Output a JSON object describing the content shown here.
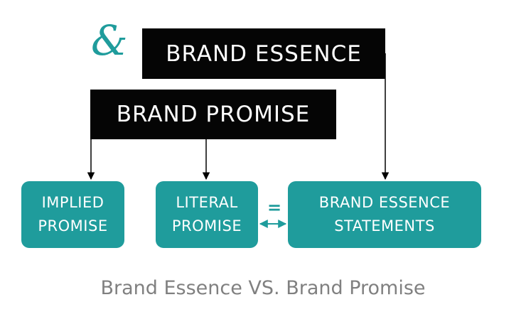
{
  "diagram": {
    "ampersand_symbol": "&",
    "brand_essence_label": "BRAND ESSENCE",
    "brand_promise_label": "BRAND PROMISE",
    "implied_promise": {
      "line1": "IMPLIED",
      "line2": "PROMISE"
    },
    "literal_promise": {
      "line1": "LITERAL",
      "line2": "PROMISE"
    },
    "brand_essence_statements": {
      "line1": "BRAND ESSENCE",
      "line2": "STATEMENTS"
    },
    "equals_symbol": "=",
    "caption": "Brand Essence VS. Brand Promise"
  },
  "colors": {
    "teal": "#1f9c9c",
    "black": "#050505",
    "caption_gray": "#808080",
    "connector": "#000000"
  }
}
